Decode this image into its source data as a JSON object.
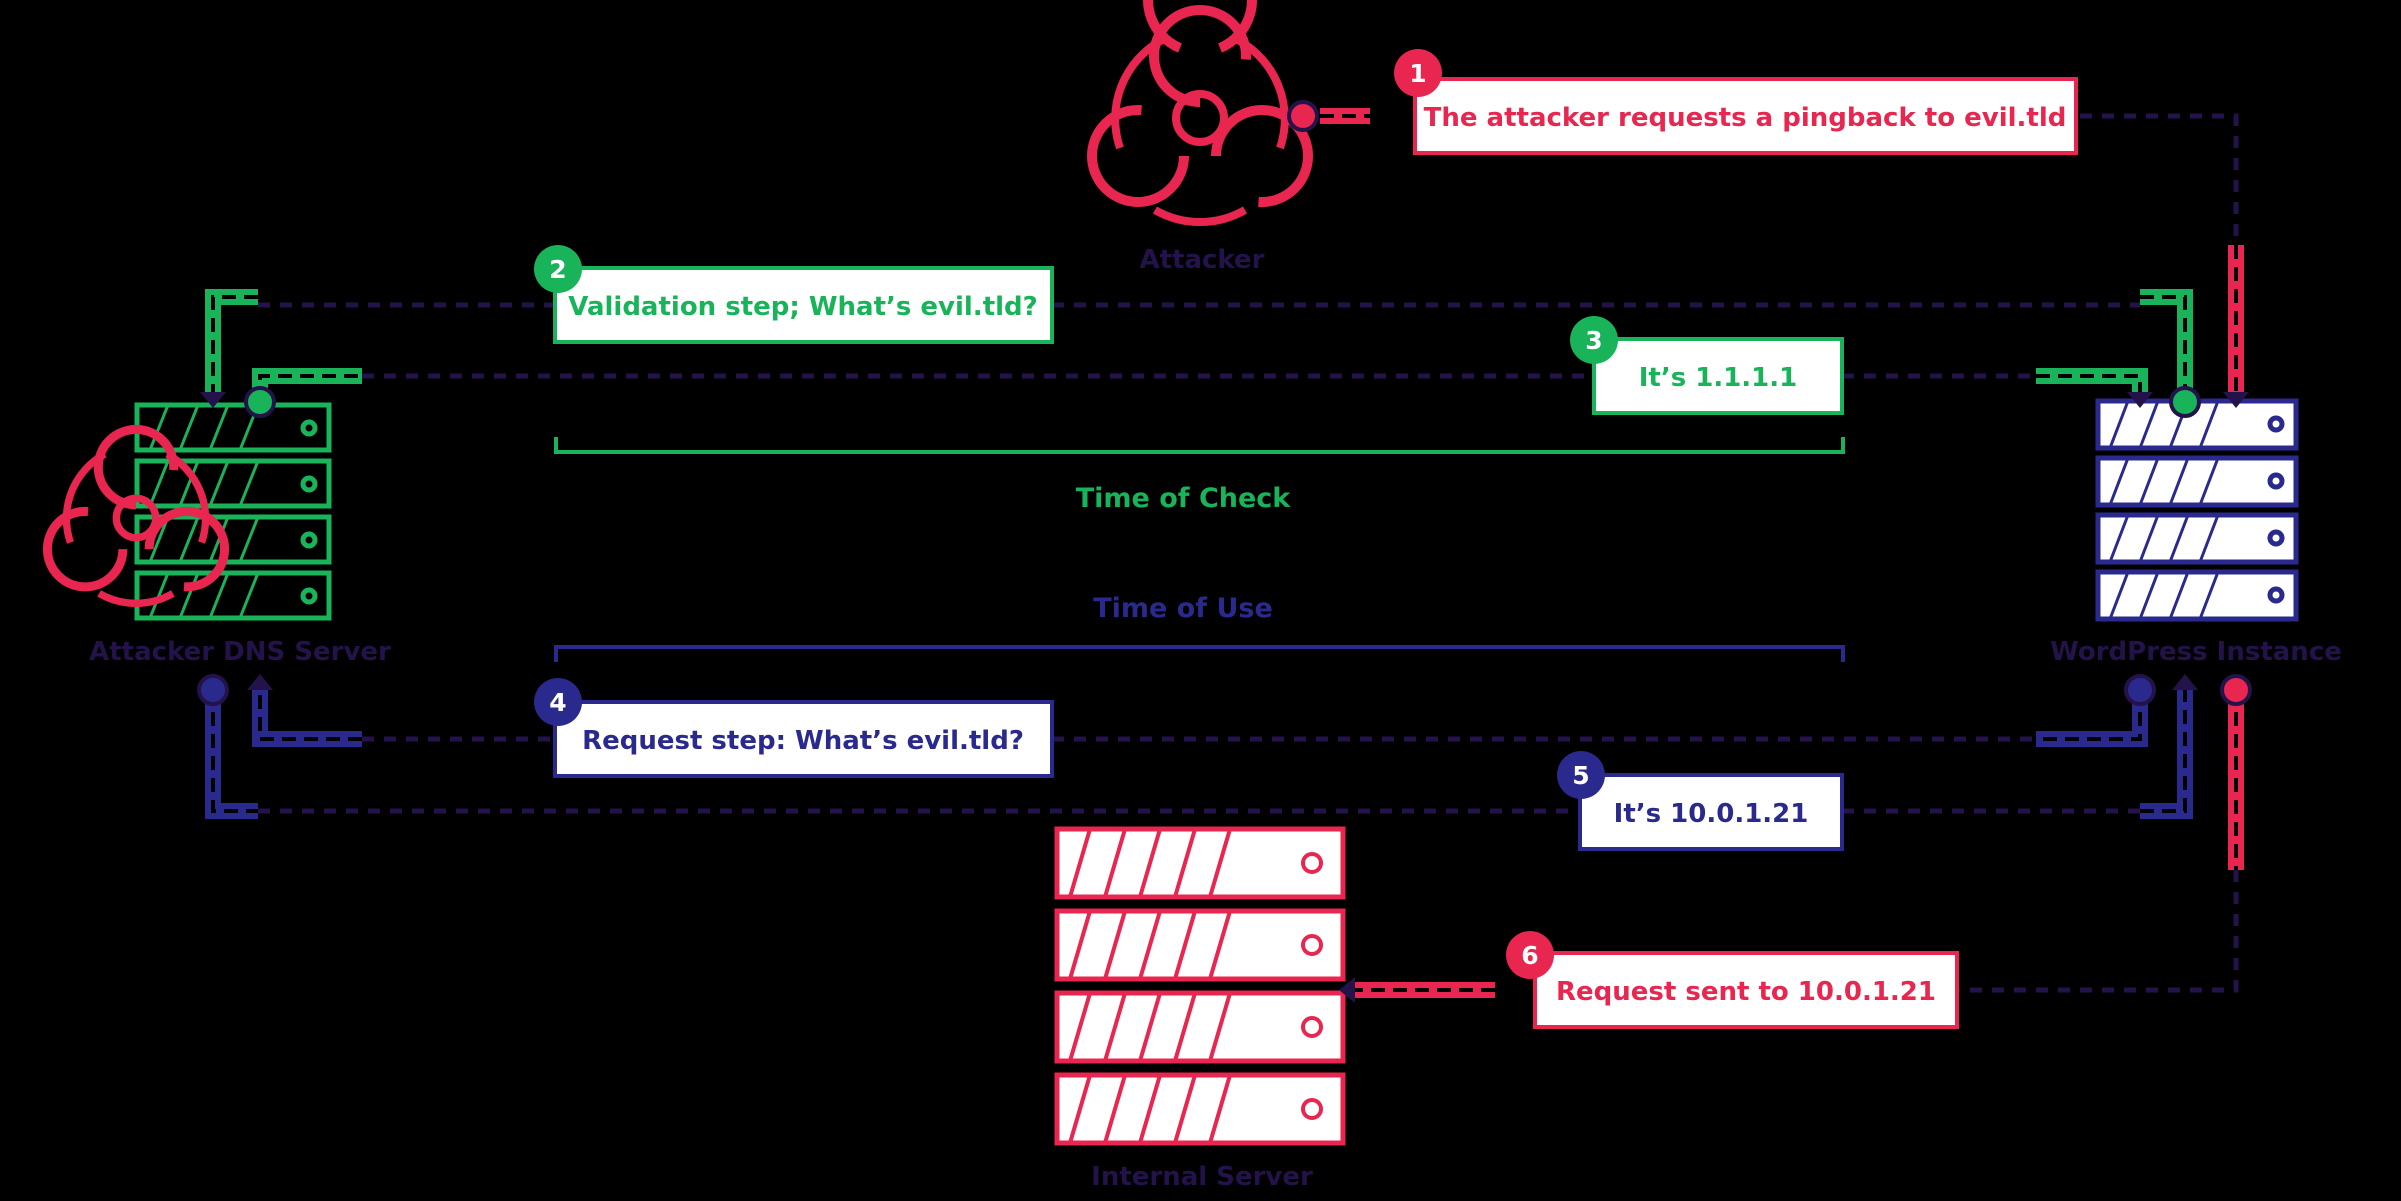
{
  "colors": {
    "red": "#E8264F",
    "green": "#19B45A",
    "blue": "#2A2A8E",
    "dark": "#24124A",
    "white": "#FFFFFF",
    "background": "#000000"
  },
  "nodes": {
    "attacker": "Attacker",
    "attacker_dns": "Attacker DNS Server",
    "wordpress": "WordPress Instance",
    "internal": "Internal Server"
  },
  "steps": [
    {
      "num": "1",
      "text": "The attacker requests a pingback to evil.tld"
    },
    {
      "num": "2",
      "text": "Validation step; What’s evil.tld?"
    },
    {
      "num": "3",
      "text": "It’s 1.1.1.1"
    },
    {
      "num": "4",
      "text": "Request step: What’s evil.tld?"
    },
    {
      "num": "5",
      "text": "It’s 10.0.1.21"
    },
    {
      "num": "6",
      "text": "Request sent to 10.0.1.21"
    }
  ],
  "brackets": {
    "check": "Time of Check",
    "use": "Time of Use"
  },
  "icons": [
    "biohazard-icon",
    "server-rack-icon"
  ]
}
